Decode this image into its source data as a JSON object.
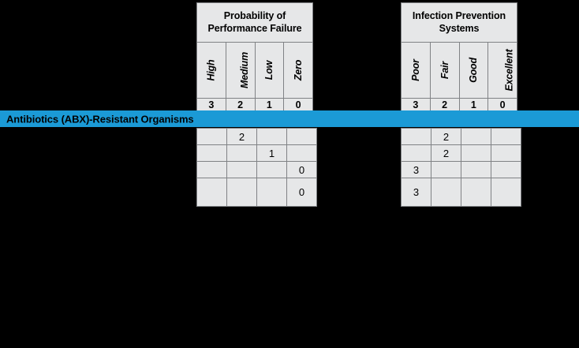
{
  "banner": {
    "label": "Antibiotics (ABX)-Resistant Organisms",
    "color": "#1b9ad6"
  },
  "theme": {
    "background": "#000000",
    "cell_fill": "#e6e7e8",
    "grid_line": "#808285",
    "text": "#000000"
  },
  "matrices": [
    {
      "id": "probability-of-performance-failure",
      "title": "Probability of\nPerformance Failure",
      "title_line1": "Probability of",
      "title_line2": "Performance Failure",
      "columns": [
        {
          "label": "High",
          "score": "3"
        },
        {
          "label": "Medium",
          "score": "2"
        },
        {
          "label": "Low",
          "score": "1"
        },
        {
          "label": "Zero",
          "score": "0"
        }
      ],
      "rows": [
        [
          "",
          "2",
          "",
          ""
        ],
        [
          "",
          "",
          "1",
          ""
        ],
        [
          "",
          "",
          "",
          "0"
        ],
        [
          "",
          "",
          "",
          "0"
        ]
      ]
    },
    {
      "id": "infection-prevention-systems",
      "title": "Infection Prevention\nSystems",
      "title_line1": "Infection Prevention",
      "title_line2": "Systems",
      "columns": [
        {
          "label": "Poor",
          "score": "3"
        },
        {
          "label": "Fair",
          "score": "2"
        },
        {
          "label": "Good",
          "score": "1"
        },
        {
          "label": "Excellent",
          "score": "0"
        }
      ],
      "rows": [
        [
          "",
          "2",
          "",
          ""
        ],
        [
          "",
          "2",
          "",
          ""
        ],
        [
          "3",
          "",
          "",
          ""
        ],
        [
          "3",
          "",
          "",
          ""
        ]
      ]
    }
  ]
}
